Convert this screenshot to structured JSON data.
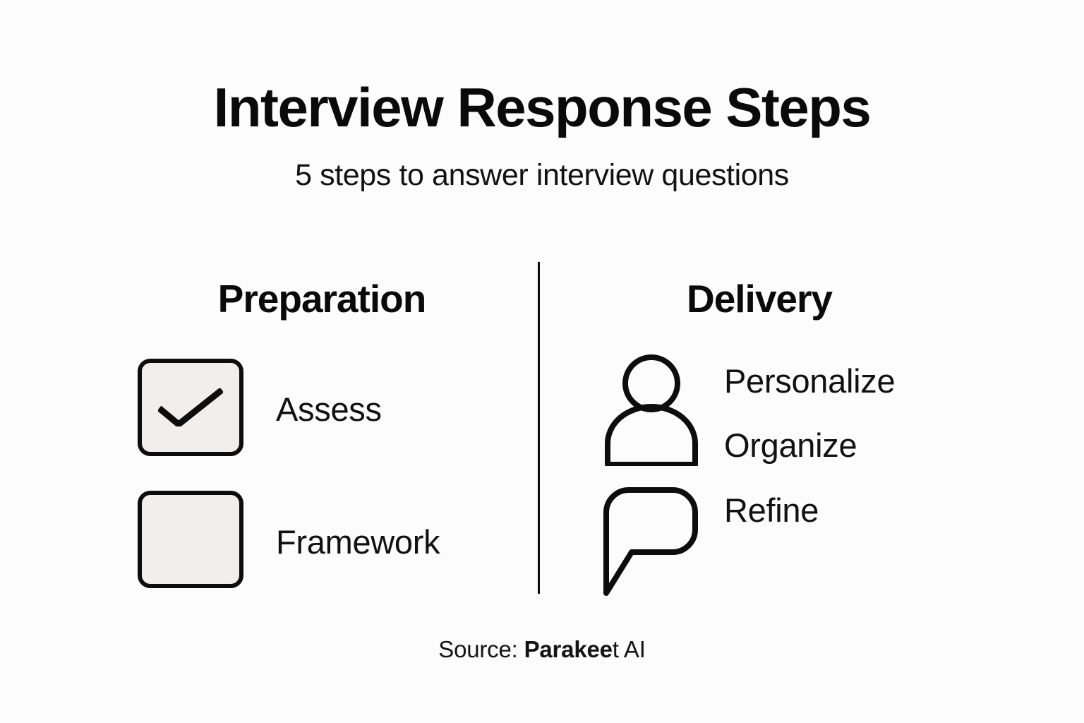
{
  "header": {
    "title": "Interview Response Steps",
    "subtitle": "5 steps to answer interview questions"
  },
  "columns": {
    "left": {
      "heading": "Preparation",
      "items": [
        {
          "label": "Assess",
          "icon": "checkbox-checked-icon",
          "checked": true
        },
        {
          "label": "Framework",
          "icon": "checkbox-empty-icon",
          "checked": false
        }
      ]
    },
    "right": {
      "heading": "Delivery",
      "items": [
        {
          "label": "Personalize",
          "icon": "person-icon"
        },
        {
          "label": "Organize",
          "icon": "person-icon"
        },
        {
          "label": "Refine",
          "icon": "speech-bubble-icon"
        }
      ]
    }
  },
  "footer": {
    "source_prefix": "Source: ",
    "source_brand": "Parakee",
    "source_suffix": "t AI"
  },
  "colors": {
    "background": "#fdfcfd",
    "ink": "#0d0d0d",
    "checkbox_fill": "#f0efee",
    "divider": "#0d0d0d"
  }
}
